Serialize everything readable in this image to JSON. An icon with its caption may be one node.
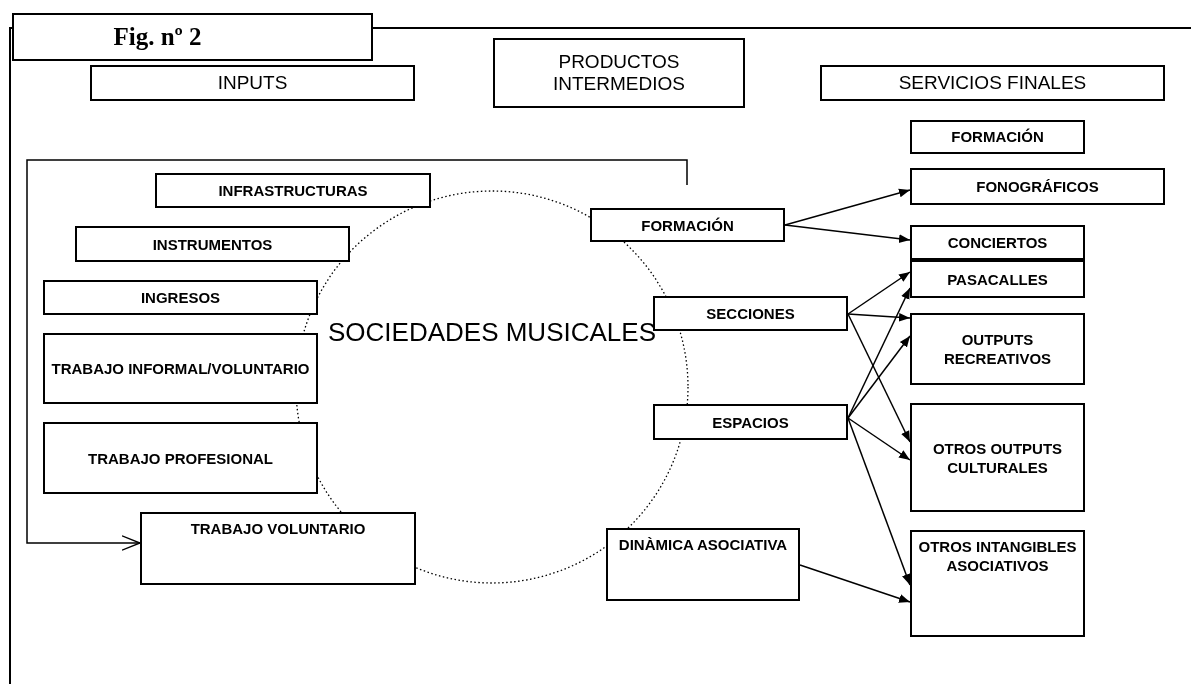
{
  "diagram": {
    "title": "Fig. nº 2",
    "nodes": [
      {
        "text": [
          "INPUTS"
        ]
      },
      {
        "text": [
          "PRODUCTOS INTERMEDIOS"
        ]
      },
      {
        "text": [
          "SERVICIOS FINALES"
        ]
      },
      {
        "text": [
          "FORMACIÓN"
        ]
      },
      {
        "text": [
          "INFRASTRUCTURAS"
        ]
      },
      {
        "text": [
          "FONOGRÁFICOS"
        ]
      },
      {
        "text": [
          "FORMACIÓN"
        ]
      },
      {
        "text": [
          "INSTRUMENTOS"
        ]
      },
      {
        "text": [
          "CONCIERTOS"
        ]
      },
      {
        "text": [
          "PASACALLES"
        ]
      },
      {
        "text": [
          "INGRESOS"
        ]
      },
      {
        "text": [
          "SECCIONES"
        ]
      },
      {
        "text": [
          "OUTPUTS RECREATIVOS"
        ]
      },
      {
        "text": [
          "SOCIEDADES MUSICALES"
        ]
      },
      {
        "text": [
          "TRABAJO INFORMAL/VOLUNTARIO"
        ]
      },
      {
        "text": [
          "ESPACIOS"
        ]
      },
      {
        "text": [
          "OTROS OUTPUTS CULTURALES"
        ]
      },
      {
        "text": [
          "TRABAJO PROFESIONAL"
        ]
      },
      {
        "text": [
          "TRABAJO VOLUNTARIO"
        ]
      },
      {
        "text": [
          "DINÀMICA ASOCIATIVA"
        ]
      },
      {
        "text": [
          "OTROS INTANGIBLES ASOCIATIVOS"
        ]
      }
    ],
    "edges": [
      {
        "from": 6,
        "to": 5,
        "arrow": "to"
      },
      {
        "from": 6,
        "to": 8,
        "arrow": "to"
      },
      {
        "from": 11,
        "to": 9,
        "arrow": "to"
      },
      {
        "from": 11,
        "to": 12,
        "arrow": "to"
      },
      {
        "from": 11,
        "to": 16,
        "arrow": "to"
      },
      {
        "from": 15,
        "to": 9,
        "arrow": "to"
      },
      {
        "from": 15,
        "to": 12,
        "arrow": "to"
      },
      {
        "from": 15,
        "to": 16,
        "arrow": "to"
      },
      {
        "from": 15,
        "to": 20,
        "arrow": "to"
      },
      {
        "from": 19,
        "to": 20,
        "arrow": "to"
      },
      {
        "from": null,
        "to": 18,
        "arrow": "to"
      }
    ]
  }
}
